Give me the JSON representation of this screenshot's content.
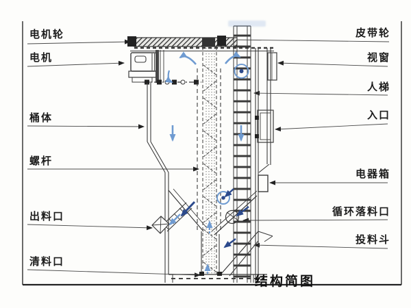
{
  "figure": {
    "caption": "结构简图",
    "left_labels": [
      {
        "text": "电机轮"
      },
      {
        "text": "电机"
      },
      {
        "text": "桶体"
      },
      {
        "text": "螺杆"
      },
      {
        "text": "出料口"
      },
      {
        "text": "清料口"
      }
    ],
    "right_labels": [
      {
        "text": "皮带轮"
      },
      {
        "text": "视窗"
      },
      {
        "text": "人梯"
      },
      {
        "text": "入口"
      },
      {
        "text": "电器箱"
      },
      {
        "text": "循环落料口"
      },
      {
        "text": "投料斗"
      }
    ],
    "colors": {
      "line": "#3b3b3b",
      "leader": "#4a4a4a",
      "flow_arrow_light": "#6f9bd1",
      "flow_arrow_dark": "#2c4a8c",
      "text": "#1c1c1c",
      "background": "#fdfdfb"
    }
  }
}
